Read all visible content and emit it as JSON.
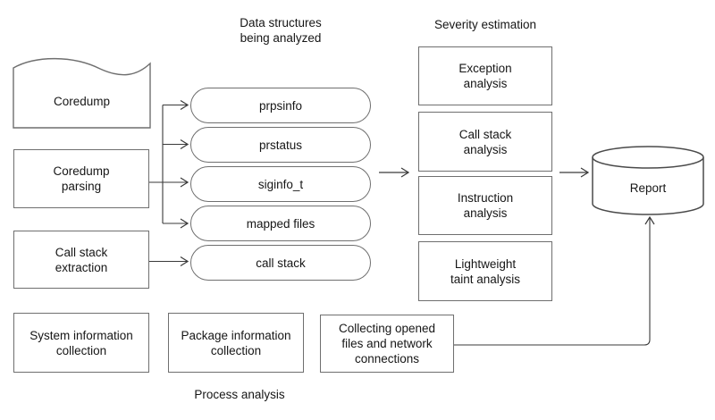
{
  "titles": {
    "data_structures": "Data structures\nbeing analyzed",
    "severity": "Severity estimation",
    "process_analysis": "Process analysis"
  },
  "parsing_stages": {
    "coredump": "Coredump",
    "coredump_parsing": "Coredump\nparsing",
    "call_stack_extraction": "Call stack\nextraction"
  },
  "data_structures": {
    "items": [
      {
        "label": "prpsinfo"
      },
      {
        "label": "prstatus"
      },
      {
        "label": "siginfo_t"
      },
      {
        "label": "mapped files"
      },
      {
        "label": "call stack"
      }
    ]
  },
  "severity": {
    "items": [
      {
        "label": "Exception\nanalysis"
      },
      {
        "label": "Call stack\nanalysis"
      },
      {
        "label": "Instruction\nanalysis"
      },
      {
        "label": "Lightweight\ntaint analysis"
      }
    ]
  },
  "process": {
    "items": [
      {
        "label": "System information\ncollection"
      },
      {
        "label": "Package information\ncollection"
      },
      {
        "label": "Collecting opened\nfiles and network\nconnections"
      }
    ]
  },
  "output": {
    "report": "Report"
  },
  "colors": {
    "connector": "#3a3a3a",
    "shape_border": "#6f6f6f",
    "cylinder_border": "#4a4a4a",
    "text": "#161616",
    "background": "#ffffff"
  }
}
